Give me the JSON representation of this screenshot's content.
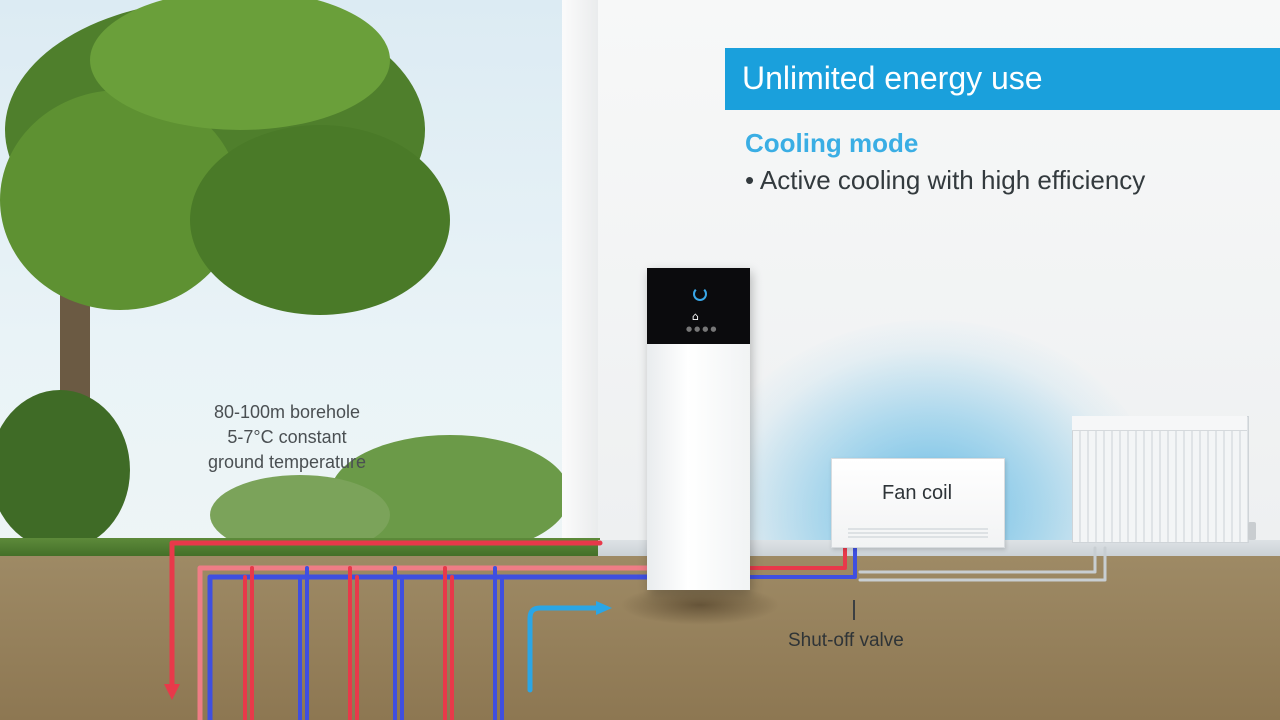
{
  "header": {
    "banner_title": "Unlimited energy use",
    "mode_title": "Cooling mode",
    "mode_bullet": "• Active cooling with high efficiency"
  },
  "borehole": {
    "line1": "80-100m borehole",
    "line2": "5-7°C constant",
    "line3": "ground temperature"
  },
  "components": {
    "fan_coil_label": "Fan coil",
    "shutoff_valve_label": "Shut-off valve"
  },
  "colors": {
    "banner": "#1aa0dc",
    "accent_text": "#3aaee4",
    "pipe_red": "#e8394a",
    "pipe_blue": "#3f4fe0",
    "flow_arrow": "#2aa6e6"
  }
}
